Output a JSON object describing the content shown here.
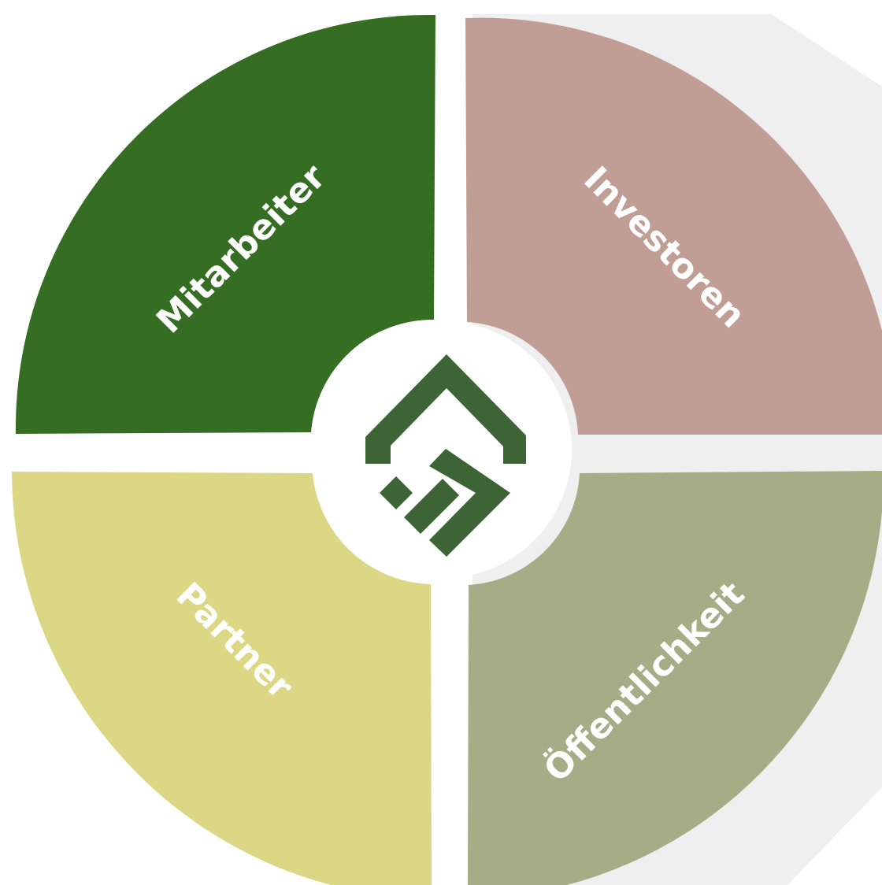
{
  "segments": [
    {
      "id": "mitarbeiter",
      "label": "Mitarbeiter",
      "color": "#356d22"
    },
    {
      "id": "investoren",
      "label": "Investoren",
      "color": "#c19e95"
    },
    {
      "id": "partner",
      "label": "Partner",
      "color": "#dcd784"
    },
    {
      "id": "oeffentlichkeit",
      "label": "Öffentlichkeit",
      "color": "#a4ad85"
    }
  ],
  "center": {
    "logo": "house-logo-icon",
    "logo_color": "#3c6434"
  },
  "colors": {
    "shadow": "#efefef",
    "background": "#ffffff"
  }
}
